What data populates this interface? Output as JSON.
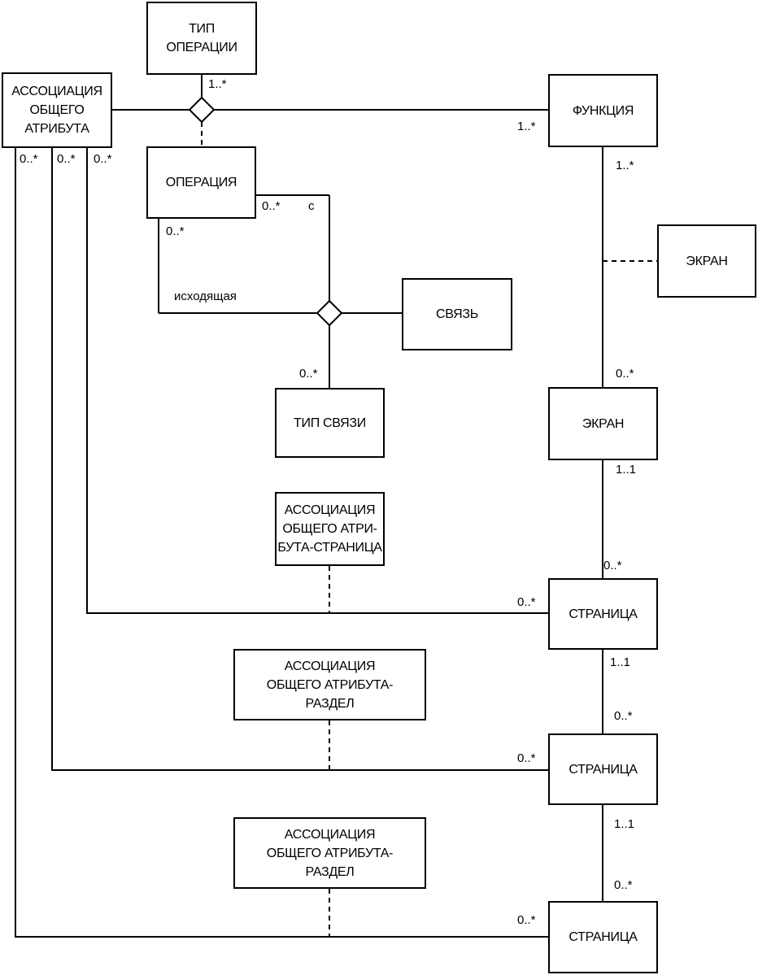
{
  "entities": {
    "operation_type": [
      "ТИП",
      "ОПЕРАЦИИ"
    ],
    "common_attribute_association": [
      "АССОЦИАЦИЯ",
      "ОБЩЕГО",
      "АТРИБУТА"
    ],
    "function": [
      "ФУНКЦИЯ"
    ],
    "operation": [
      "ОПЕРАЦИЯ"
    ],
    "screen_assoc": [
      "ЭКРАН"
    ],
    "link": [
      "СВЯЗЬ"
    ],
    "link_type": [
      "ТИП СВЯЗИ"
    ],
    "screen": [
      "ЭКРАН"
    ],
    "attr_page_assoc": [
      "АССОЦИАЦИЯ",
      "ОБЩЕГО АТРИ-",
      "БУТА-СТРАНИЦА"
    ],
    "page_1": [
      "СТРАНИЦА"
    ],
    "attr_section_assoc_1": [
      "АССОЦИАЦИЯ",
      "ОБЩЕГО АТРИБУТА-",
      "РАЗДЕЛ"
    ],
    "page_2": [
      "СТРАНИЦА"
    ],
    "attr_section_assoc_2": [
      "АССОЦИАЦИЯ",
      "ОБЩЕГО АТРИБУТА-",
      "РАЗДЕЛ"
    ],
    "page_3": [
      "СТРАНИЦА"
    ]
  },
  "labels": {
    "op_type_mult": "1..*",
    "function_mult": "1..*",
    "attr_mult_1": "0..*",
    "attr_mult_2": "0..*",
    "attr_mult_3": "0..*",
    "op_from_mult": "0..*",
    "op_role_from": "с",
    "op_to_mult": "0..*",
    "op_role_to": "исходящая",
    "link_type_mult": "0..*",
    "function_down_mult": "1..*",
    "screen_top_mult": "0..*",
    "screen_bottom_mult": "1..1",
    "page1_top_mult": "0..*",
    "page1_left_mult": "0..*",
    "page1_bottom_mult": "1..1",
    "page2_top_mult": "0..*",
    "page2_left_mult": "0..*",
    "page2_bottom_mult": "1..1",
    "page3_top_mult": "0..*",
    "page3_left_mult": "0..*"
  },
  "colors": {
    "stroke": "#000000",
    "background": "#ffffff"
  }
}
